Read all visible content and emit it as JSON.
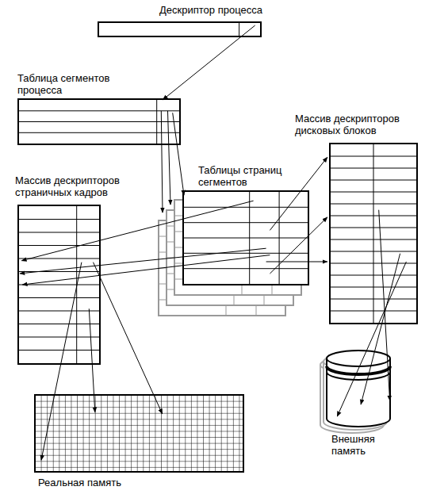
{
  "diagram": {
    "nodes": [
      {
        "text": [
          "Дескриптор процесса"
        ]
      },
      {
        "text": [
          "Таблица сегментов процесса"
        ]
      },
      {
        "text": [
          "Массив дескрипторов дисковых блоков"
        ]
      },
      {
        "text": [
          "Таблицы страниц сегментов"
        ]
      },
      {
        "text": [
          "Массив дескрипторов страничных кадров"
        ]
      },
      {
        "text": [
          "Внешняя память"
        ]
      },
      {
        "text": [
          "Реальная память"
        ]
      }
    ],
    "edges": [
      {
        "from": 0,
        "to": 1,
        "arrow": "to"
      },
      {
        "from": 1,
        "to": 3,
        "arrow": "to"
      },
      {
        "from": 1,
        "to": 3,
        "arrow": "to"
      },
      {
        "from": 1,
        "to": 3,
        "arrow": "to"
      },
      {
        "from": 3,
        "to": 4,
        "arrow": "to"
      },
      {
        "from": 3,
        "to": 4,
        "arrow": "to"
      },
      {
        "from": 3,
        "to": 4,
        "arrow": "to"
      },
      {
        "from": 3,
        "to": 2,
        "arrow": "to"
      },
      {
        "from": 3,
        "to": 2,
        "arrow": "to"
      },
      {
        "from": 3,
        "to": 2,
        "arrow": "to"
      },
      {
        "from": 4,
        "to": 6,
        "arrow": "to"
      },
      {
        "from": 4,
        "to": 6,
        "arrow": "to"
      },
      {
        "from": 4,
        "to": 6,
        "arrow": "to"
      },
      {
        "from": 2,
        "to": 5,
        "arrow": "to"
      },
      {
        "from": 2,
        "to": 5,
        "arrow": "to"
      },
      {
        "from": 2,
        "to": 5,
        "arrow": "to"
      }
    ]
  }
}
